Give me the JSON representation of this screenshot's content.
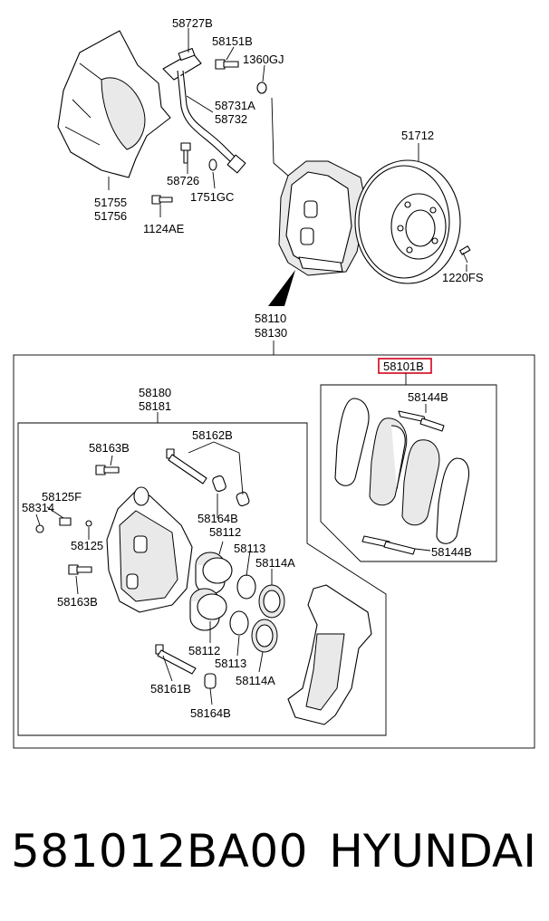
{
  "labels": {
    "l58727B": "58727B",
    "l58151B": "58151B",
    "l1360GJ": "1360GJ",
    "l58731A": "58731A",
    "l58732": "58732",
    "l58726": "58726",
    "l1751GC": "1751GC",
    "l51755": "51755",
    "l51756": "51756",
    "l1124AE": "1124AE",
    "l51712": "51712",
    "l1220FS": "1220FS",
    "l58110": "58110",
    "l58130": "58130",
    "l58101B": "58101B",
    "l58144B_top": "58144B",
    "l58144B_bot": "58144B",
    "l58180": "58180",
    "l58181": "58181",
    "l58163B_top": "58163B",
    "l58162B": "58162B",
    "l58125F": "58125F",
    "l58314": "58314",
    "l58164B_top": "58164B",
    "l58112_top": "58112",
    "l58125": "58125",
    "l58113_top": "58113",
    "l58114A_top": "58114A",
    "l58163B_bot": "58163B",
    "l58112_bot": "58112",
    "l58113_bot": "58113",
    "l58114A_bot": "58114A",
    "l58161B": "58161B",
    "l58164B_bot": "58164B"
  },
  "footer": {
    "part_number": "581012BA00",
    "brand": "HYUNDAI"
  },
  "colors": {
    "highlight": "#d0021b",
    "line": "#000000"
  }
}
